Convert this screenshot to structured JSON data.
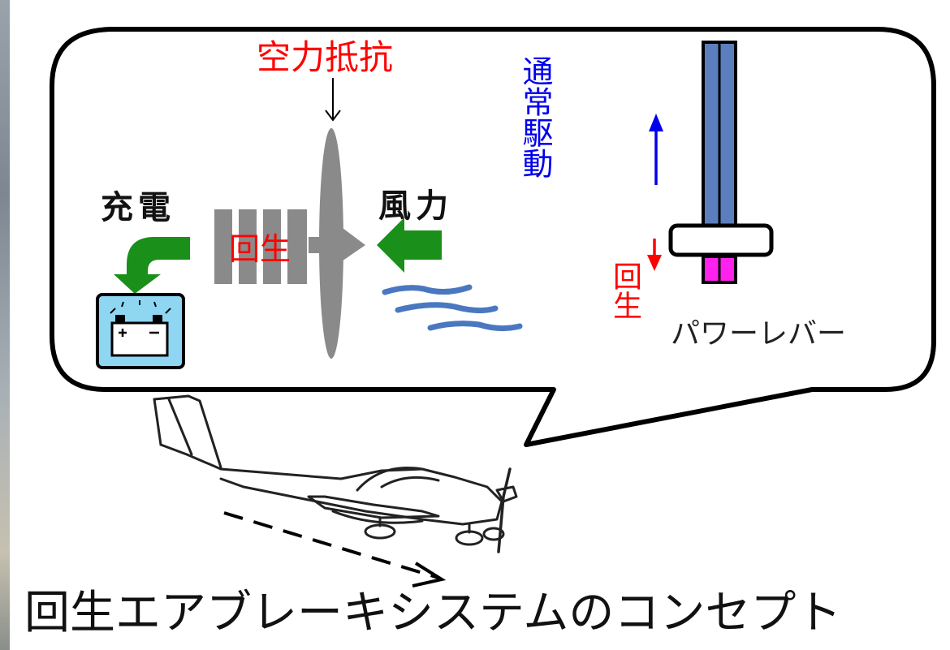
{
  "title": "回生エアブレーキシステムのコンセプト",
  "labels": {
    "air_resistance": "空力抵抗",
    "normal_drive": "通常駆動",
    "charging": "充電",
    "wind_force": "風力",
    "regen_propeller": "回生",
    "regen_lever": "回生",
    "power_lever": "パワーレバー"
  },
  "colors": {
    "air_resistance": "#ff0000",
    "normal_drive": "#0000ee",
    "regen": "#ff0000",
    "charging": "#111111",
    "wind_force": "#111111",
    "green_arrow": "#1a8f1a",
    "lever_stem": "#5b7fbe",
    "lever_tip": "#ff22ee",
    "battery_bg": "#8fd6f2",
    "propeller": "#8a8a8a",
    "wind_lines": "#4a78c0"
  },
  "icons": [
    "battery-icon",
    "propeller-icon",
    "motor-fins-icon",
    "wind-lines-icon",
    "power-lever-icon",
    "airplane-icon"
  ]
}
